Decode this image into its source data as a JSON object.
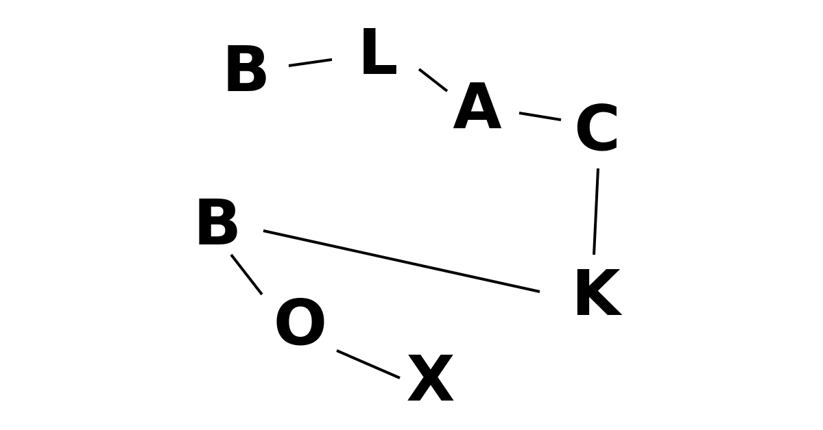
{
  "brand": {
    "color": "#000000",
    "background": "#ffffff",
    "letters": [
      "B",
      "L",
      "A",
      "C",
      "K",
      "B",
      "O",
      "X"
    ]
  }
}
